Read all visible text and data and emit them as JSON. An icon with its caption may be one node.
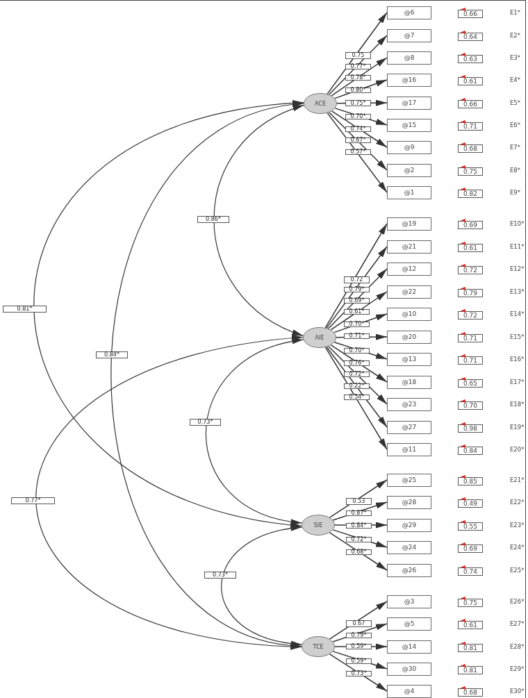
{
  "diagram": {
    "nodes": [
      {
        "text": [
          "ACE"
        ]
      },
      {
        "text": [
          "AIE"
        ]
      },
      {
        "text": [
          "SIE"
        ]
      },
      {
        "text": [
          "TCE"
        ]
      },
      {
        "text": [
          "@6"
        ]
      },
      {
        "text": [
          "@7"
        ]
      },
      {
        "text": [
          "@8"
        ]
      },
      {
        "text": [
          "@16"
        ]
      },
      {
        "text": [
          "@17"
        ]
      },
      {
        "text": [
          "@15"
        ]
      },
      {
        "text": [
          "@9"
        ]
      },
      {
        "text": [
          "@2"
        ]
      },
      {
        "text": [
          "@1"
        ]
      },
      {
        "text": [
          "@19"
        ]
      },
      {
        "text": [
          "@21"
        ]
      },
      {
        "text": [
          "@12"
        ]
      },
      {
        "text": [
          "@22"
        ]
      },
      {
        "text": [
          "@10"
        ]
      },
      {
        "text": [
          "@20"
        ]
      },
      {
        "text": [
          "@13"
        ]
      },
      {
        "text": [
          "@18"
        ]
      },
      {
        "text": [
          "@23"
        ]
      },
      {
        "text": [
          "@27"
        ]
      },
      {
        "text": [
          "@11"
        ]
      },
      {
        "text": [
          "@25"
        ]
      },
      {
        "text": [
          "@28"
        ]
      },
      {
        "text": [
          "@29"
        ]
      },
      {
        "text": [
          "@24"
        ]
      },
      {
        "text": [
          "@26"
        ]
      },
      {
        "text": [
          "@3"
        ]
      },
      {
        "text": [
          "@5"
        ]
      },
      {
        "text": [
          "@14"
        ]
      },
      {
        "text": [
          "@30"
        ]
      },
      {
        "text": [
          "@4"
        ]
      },
      {
        "text": [
          "0.66"
        ]
      },
      {
        "text": [
          "0.64"
        ]
      },
      {
        "text": [
          "0.63"
        ]
      },
      {
        "text": [
          "0.61"
        ]
      },
      {
        "text": [
          "0.66"
        ]
      },
      {
        "text": [
          "0.71"
        ]
      },
      {
        "text": [
          "0.68"
        ]
      },
      {
        "text": [
          "0.75"
        ]
      },
      {
        "text": [
          "0.82"
        ]
      },
      {
        "text": [
          "0.69"
        ]
      },
      {
        "text": [
          "0.61"
        ]
      },
      {
        "text": [
          "0.72"
        ]
      },
      {
        "text": [
          "0.79"
        ]
      },
      {
        "text": [
          "0.72"
        ]
      },
      {
        "text": [
          "0.71"
        ]
      },
      {
        "text": [
          "0.71"
        ]
      },
      {
        "text": [
          "0.65"
        ]
      },
      {
        "text": [
          "0.70"
        ]
      },
      {
        "text": [
          "0.98"
        ]
      },
      {
        "text": [
          "0.84"
        ]
      },
      {
        "text": [
          "0.85"
        ]
      },
      {
        "text": [
          "0.49"
        ]
      },
      {
        "text": [
          "0.55"
        ]
      },
      {
        "text": [
          "0.69"
        ]
      },
      {
        "text": [
          "0.74"
        ]
      },
      {
        "text": [
          "0.75"
        ]
      },
      {
        "text": [
          "0.61"
        ]
      },
      {
        "text": [
          "0.81"
        ]
      },
      {
        "text": [
          "0.81"
        ]
      },
      {
        "text": [
          "0.68"
        ]
      }
    ],
    "edges": [
      {
        "from": 0,
        "to": 4,
        "arrow": "to",
        "label": "0.75"
      },
      {
        "from": 0,
        "to": 5,
        "arrow": "to",
        "label": "0.77*"
      },
      {
        "from": 0,
        "to": 6,
        "arrow": "to",
        "label": "0.78*"
      },
      {
        "from": 0,
        "to": 7,
        "arrow": "to",
        "label": "0.80*"
      },
      {
        "from": 0,
        "to": 8,
        "arrow": "to",
        "label": "0.75*"
      },
      {
        "from": 0,
        "to": 9,
        "arrow": "to",
        "label": "0.70*"
      },
      {
        "from": 0,
        "to": 10,
        "arrow": "to",
        "label": "0.74*"
      },
      {
        "from": 0,
        "to": 11,
        "arrow": "to",
        "label": "0.67*"
      },
      {
        "from": 0,
        "to": 12,
        "arrow": "to",
        "label": "0.57*"
      },
      {
        "from": 1,
        "to": 13,
        "arrow": "to",
        "label": "0.72"
      },
      {
        "from": 1,
        "to": 14,
        "arrow": "to",
        "label": "0.79*"
      },
      {
        "from": 1,
        "to": 15,
        "arrow": "to",
        "label": "0.69*"
      },
      {
        "from": 1,
        "to": 16,
        "arrow": "to",
        "label": "0.61*"
      },
      {
        "from": 1,
        "to": 17,
        "arrow": "to",
        "label": "0.70*"
      },
      {
        "from": 1,
        "to": 18,
        "arrow": "to",
        "label": "0.71*"
      },
      {
        "from": 1,
        "to": 19,
        "arrow": "to",
        "label": "0.70*"
      },
      {
        "from": 1,
        "to": 20,
        "arrow": "to",
        "label": "0.76*"
      },
      {
        "from": 1,
        "to": 21,
        "arrow": "to",
        "label": "0.72*"
      },
      {
        "from": 1,
        "to": 22,
        "arrow": "to",
        "label": "0.22*"
      },
      {
        "from": 1,
        "to": 23,
        "arrow": "to",
        "label": "0.54*"
      },
      {
        "from": 2,
        "to": 24,
        "arrow": "to",
        "label": "0.53"
      },
      {
        "from": 2,
        "to": 25,
        "arrow": "to",
        "label": "0.87*"
      },
      {
        "from": 2,
        "to": 26,
        "arrow": "to",
        "label": "0.84*"
      },
      {
        "from": 2,
        "to": 27,
        "arrow": "to",
        "label": "0.72*"
      },
      {
        "from": 2,
        "to": 28,
        "arrow": "to",
        "label": "0.68*"
      },
      {
        "from": 3,
        "to": 29,
        "arrow": "to",
        "label": "0.67"
      },
      {
        "from": 3,
        "to": 30,
        "arrow": "to",
        "label": "0.79*"
      },
      {
        "from": 3,
        "to": 31,
        "arrow": "to",
        "label": "0.59*"
      },
      {
        "from": 3,
        "to": 32,
        "arrow": "to",
        "label": "0.59*"
      },
      {
        "from": 3,
        "to": 33,
        "arrow": "to",
        "label": "0.73*"
      },
      {
        "from": 0,
        "to": 1,
        "arrow": "both",
        "label": "0.86*"
      },
      {
        "from": 0,
        "to": 2,
        "arrow": "both",
        "label": "0.81*"
      },
      {
        "from": 0,
        "to": 3,
        "arrow": "both",
        "label": "0.84*"
      },
      {
        "from": 1,
        "to": 2,
        "arrow": "both",
        "label": "0.73*"
      },
      {
        "from": 1,
        "to": 3,
        "arrow": "both",
        "label": "0.77*"
      },
      {
        "from": 2,
        "to": 3,
        "arrow": "both",
        "label": "0.73*"
      }
    ],
    "labels": [
      "E1*",
      "E2*",
      "E3*",
      "E4*",
      "E5*",
      "E6*",
      "E7*",
      "E8*",
      "E9*",
      "E10*",
      "E11*",
      "E12*",
      "E13*",
      "E14*",
      "E15*",
      "E16*",
      "E17*",
      "E18*",
      "E19*",
      "E20*",
      "E21*",
      "E22*",
      "E23*",
      "E24*",
      "E25*",
      "E26*",
      "E27*",
      "E28*",
      "E29*",
      "E30*"
    ]
  }
}
